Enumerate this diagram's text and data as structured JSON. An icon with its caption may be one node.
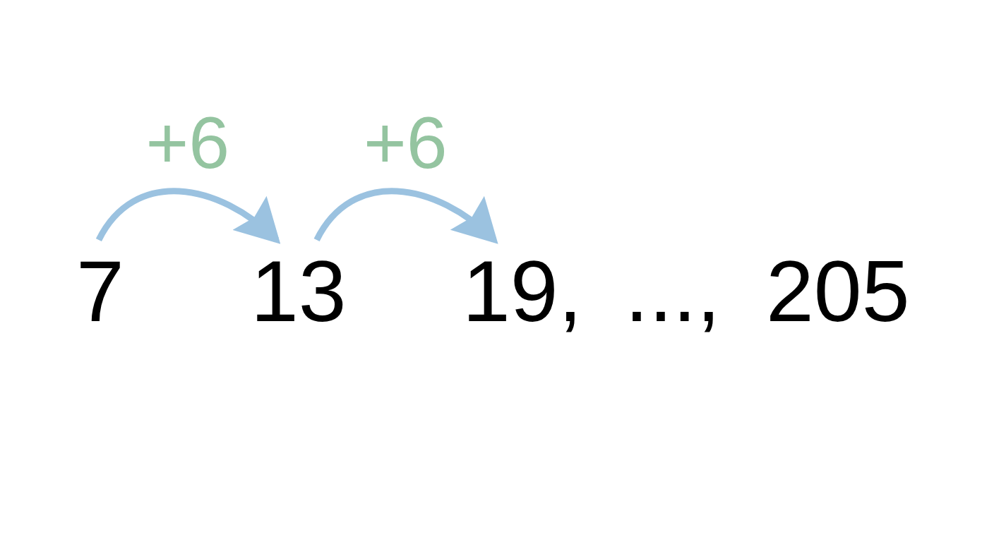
{
  "diagram": {
    "nodes": [
      {
        "text": [
          "7"
        ]
      },
      {
        "text": [
          "13"
        ]
      },
      {
        "text": [
          "19,"
        ]
      }
    ],
    "edges": [
      {
        "from": 0,
        "to": 1,
        "arrow": "to",
        "label": "+6"
      },
      {
        "from": 1,
        "to": 2,
        "arrow": "to",
        "label": "+6"
      }
    ],
    "labels": [
      "...,",
      "205"
    ]
  }
}
